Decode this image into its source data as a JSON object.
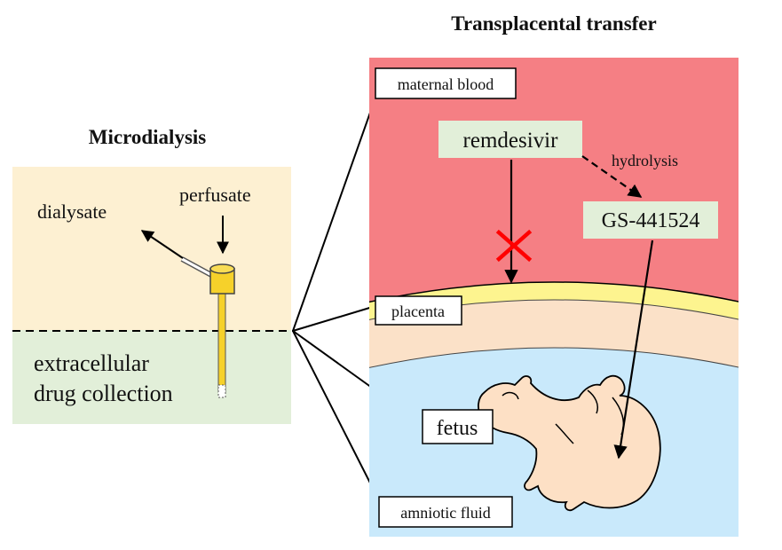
{
  "microdialysis": {
    "title": "Microdialysis",
    "dialysate_label": "dialysate",
    "perfusate_label": "perfusate",
    "collection_line1": "extracellular",
    "collection_line2": "drug collection"
  },
  "transfer": {
    "title": "Transplacental transfer",
    "maternal_blood": "maternal blood",
    "remdesivir": "remdesivir",
    "hydrolysis": "hydrolysis",
    "gs441524": "GS-441524",
    "placenta": "placenta",
    "fetus": "fetus",
    "amniotic_fluid": "amniotic fluid"
  },
  "colors": {
    "tissue_top": "#fdf0d2",
    "tissue_bottom": "#e2efd9",
    "maternal_blood": "#f57f84",
    "placenta": "#fdf48f",
    "placenta_under": "#fbe1c8",
    "amniotic_fluid": "#c9e9fb",
    "drug_box": "#e2efd9",
    "fetus": "#fde0c5",
    "probe": "#f6d12a",
    "blocked_mark": "#ff0000"
  }
}
